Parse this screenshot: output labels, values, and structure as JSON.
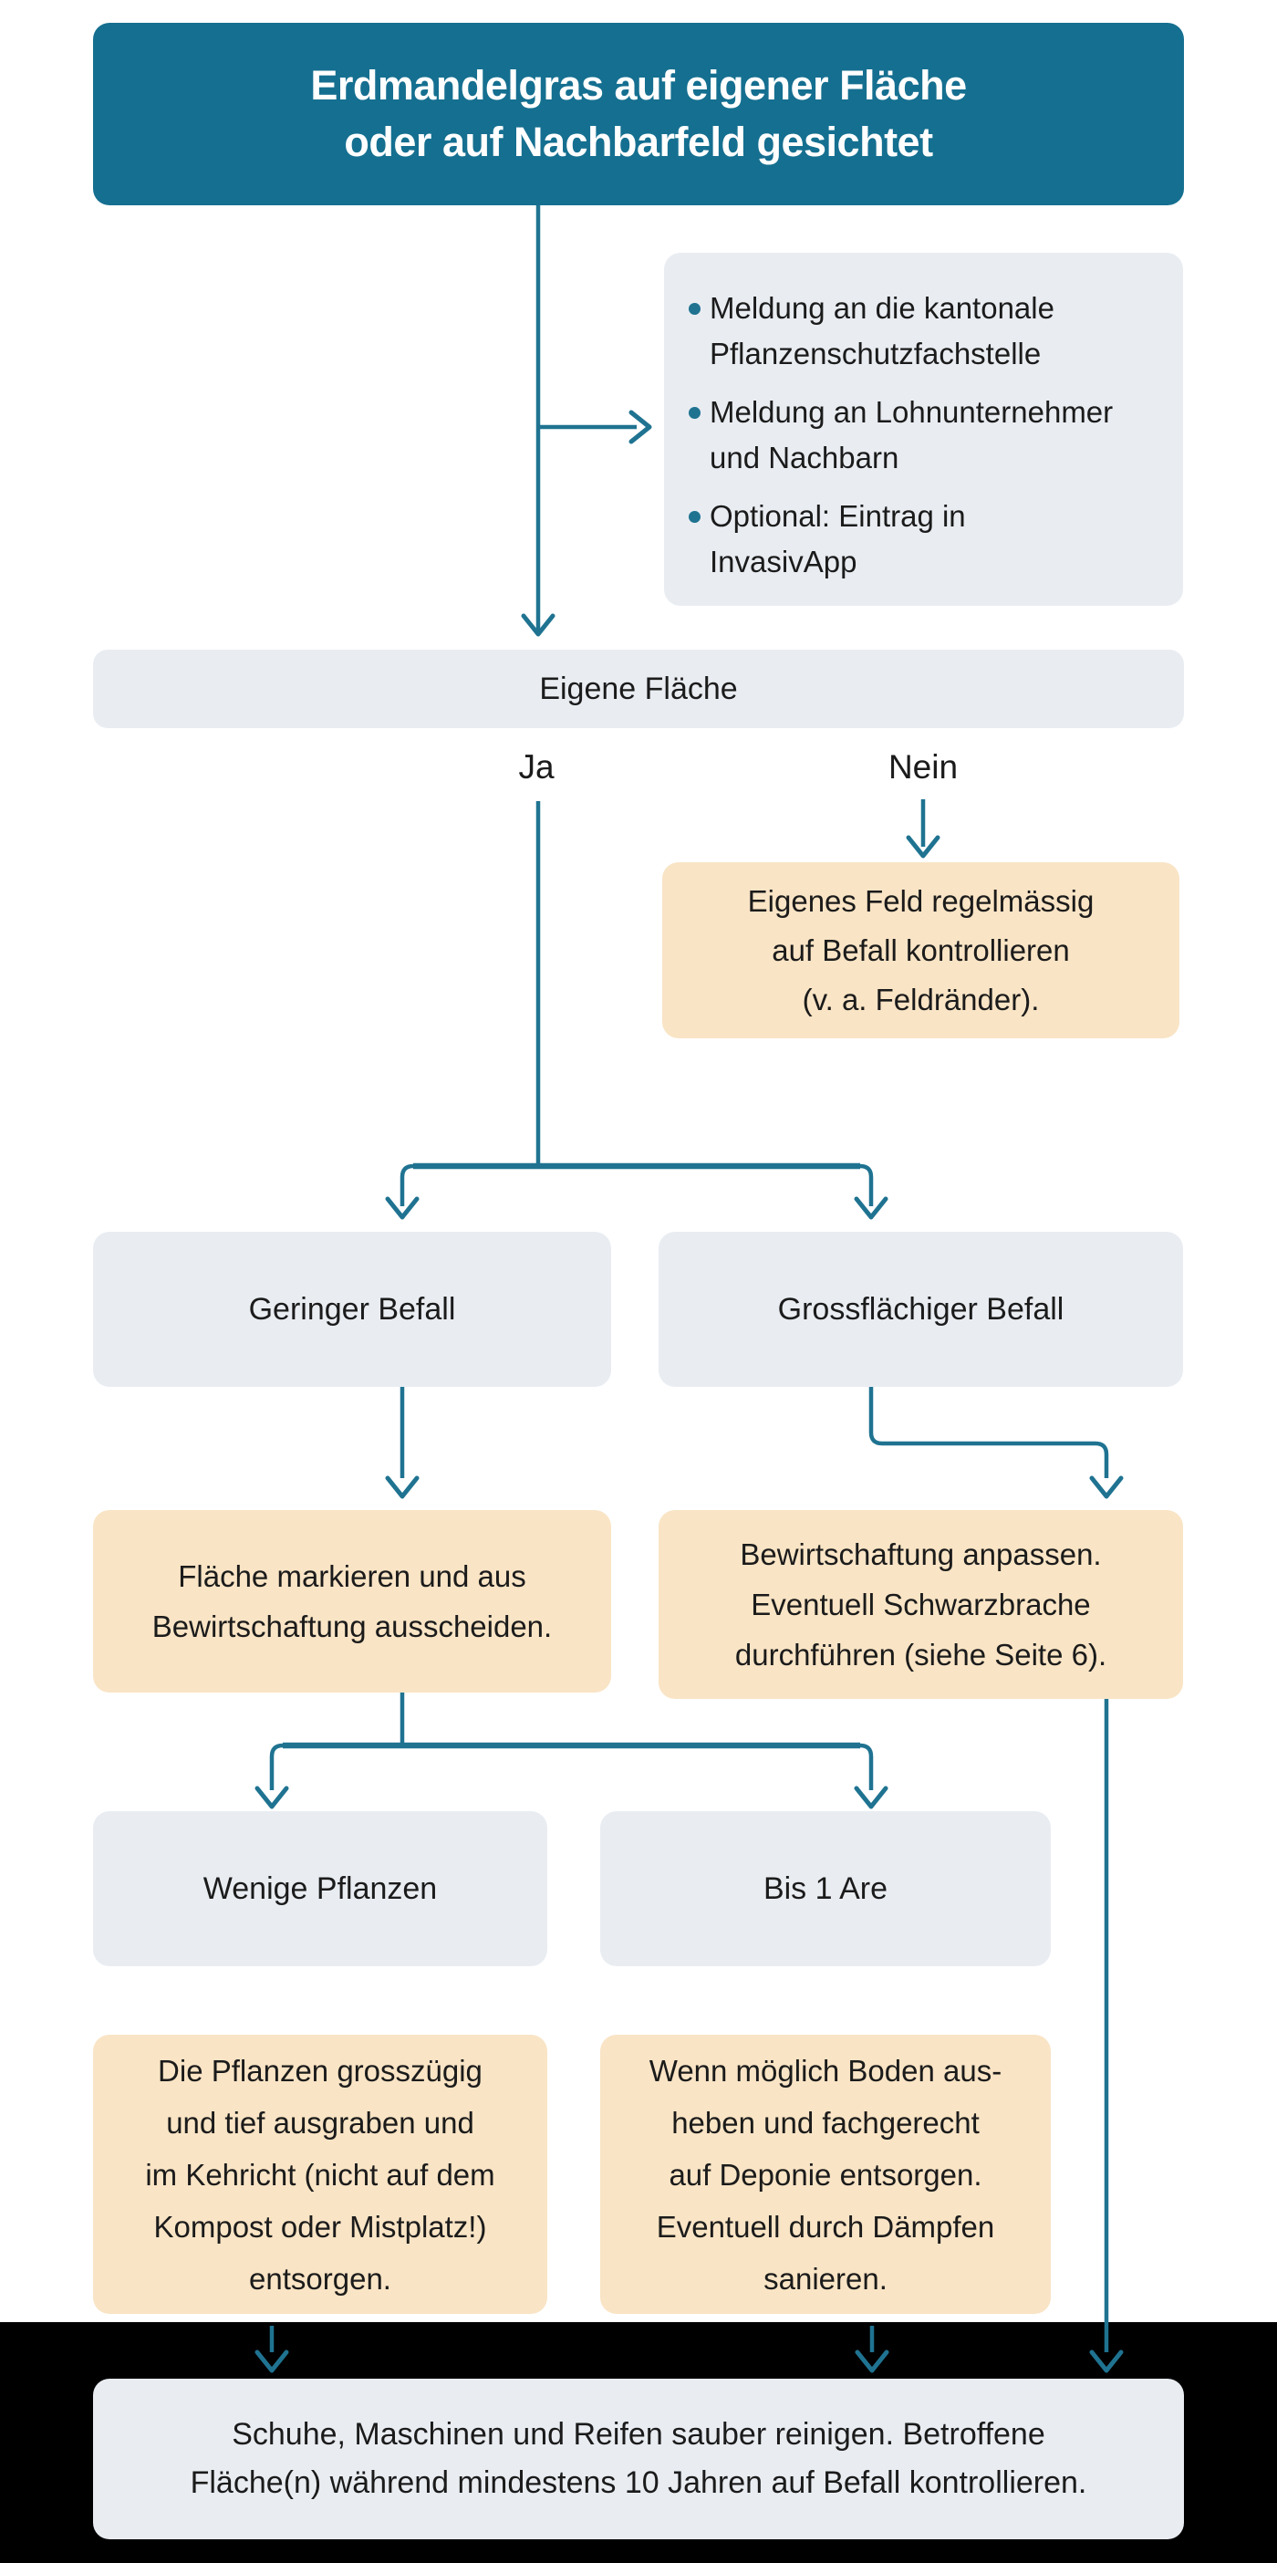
{
  "colors": {
    "header_teal": "#156F90",
    "connector_teal": "#1F7391",
    "gray_box": "#E9EDF2",
    "orange_box": "#F9E4C5",
    "black_band": "#000000",
    "body_text": "#1B1B1B",
    "header_text": "#FFFFFF"
  },
  "nodes": {
    "start": {
      "label": "Erdmandelgras auf eigener Fläche\noder auf Nachbarfeld gesichtet"
    },
    "report": {
      "items": [
        "Meldung an die kantonale\nPflanzenschutzfachstelle",
        "Meldung an Lohnunternehmer\nund Nachbarn",
        "Optional: Eintrag in\nInvasivApp"
      ]
    },
    "own_field": {
      "label": "Eigene Fläche"
    },
    "branch_yes": {
      "label": "Ja"
    },
    "branch_no": {
      "label": "Nein"
    },
    "monitor": {
      "label": "Eigenes Feld regelmässig\nauf Befall kontrollieren\n(v. a. Feldränder)."
    },
    "minor_infestation": {
      "label": "Geringer Befall"
    },
    "major_infestation": {
      "label": "Grossflächiger Befall"
    },
    "mark_area": {
      "label": "Fläche markieren und aus\nBewirtschaftung ausscheiden."
    },
    "adapt_management": {
      "label": "Bewirtschaftung anpassen.\nEventuell Schwarzbrache\ndurchführen (siehe Seite 6)."
    },
    "few_plants": {
      "label": "Wenige Pflanzen"
    },
    "up_to_one_are": {
      "label": "Bis 1 Are"
    },
    "dig_out": {
      "label": "Die Pflanzen grosszügig\nund tief ausgraben und\nim Kehricht (nicht auf dem\nKompost oder Mistplatz!)\nentsorgen."
    },
    "excavate_soil": {
      "label": "Wenn möglich Boden aus-\nheben und fachgerecht\nauf Deponie entsorgen.\nEventuell durch Dämpfen\nsanieren."
    },
    "clean_equipment": {
      "label": "Schuhe, Maschinen und Reifen sauber reinigen. Betroffene\nFläche(n) während mindestens 10 Jahren auf Befall kontrollieren."
    }
  }
}
